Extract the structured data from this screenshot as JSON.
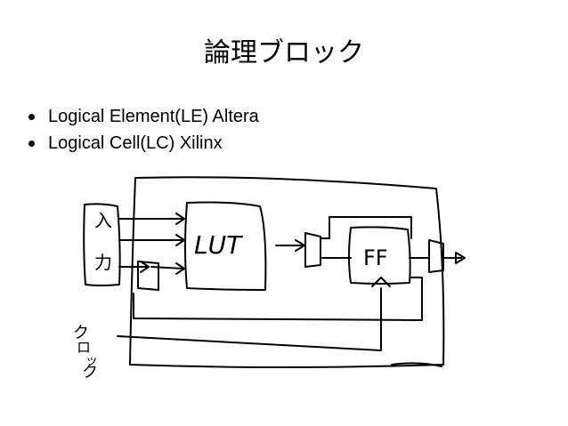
{
  "slide": {
    "title": "論理ブロック",
    "bullets": [
      "Logical Element(LE) Altera",
      "Logical Cell(LC) Xilinx"
    ]
  },
  "sketch": {
    "input_label_top": "入",
    "input_label_bottom": "力",
    "lut_label": "LUT",
    "ff_label": "FF",
    "clock_label_1": "ク",
    "clock_label_2": "ロ",
    "clock_label_3": "ッ",
    "clock_label_4": "ク"
  }
}
